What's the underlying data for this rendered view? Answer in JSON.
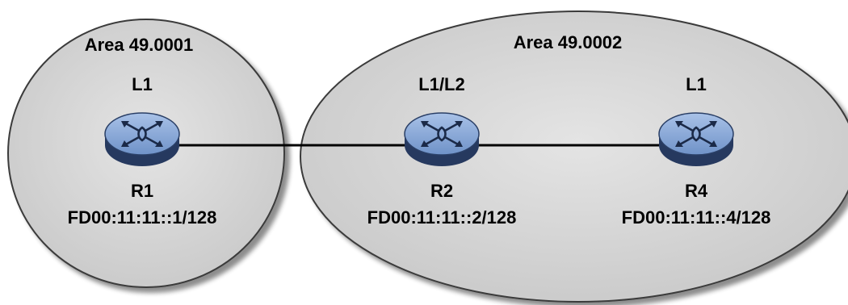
{
  "areas": [
    {
      "name": "Area 49.0001"
    },
    {
      "name": "Area 49.0002"
    }
  ],
  "routers": [
    {
      "id": "R1",
      "level": "L1",
      "address": "FD00:11:11::1/128",
      "icon": "router-icon"
    },
    {
      "id": "R2",
      "level": "L1/L2",
      "address": "FD00:11:11::2/128",
      "icon": "router-icon"
    },
    {
      "id": "R4",
      "level": "L1",
      "address": "FD00:11:11::4/128",
      "icon": "router-icon"
    }
  ],
  "links": [
    {
      "from": "R1",
      "to": "R2"
    },
    {
      "from": "R2",
      "to": "R4"
    }
  ],
  "colors": {
    "area_fill": "#d6d6d6",
    "area_stroke": "#3a3a3a",
    "router_top": "#7fa0d4",
    "router_side": "#26395f",
    "link": "#000000"
  }
}
